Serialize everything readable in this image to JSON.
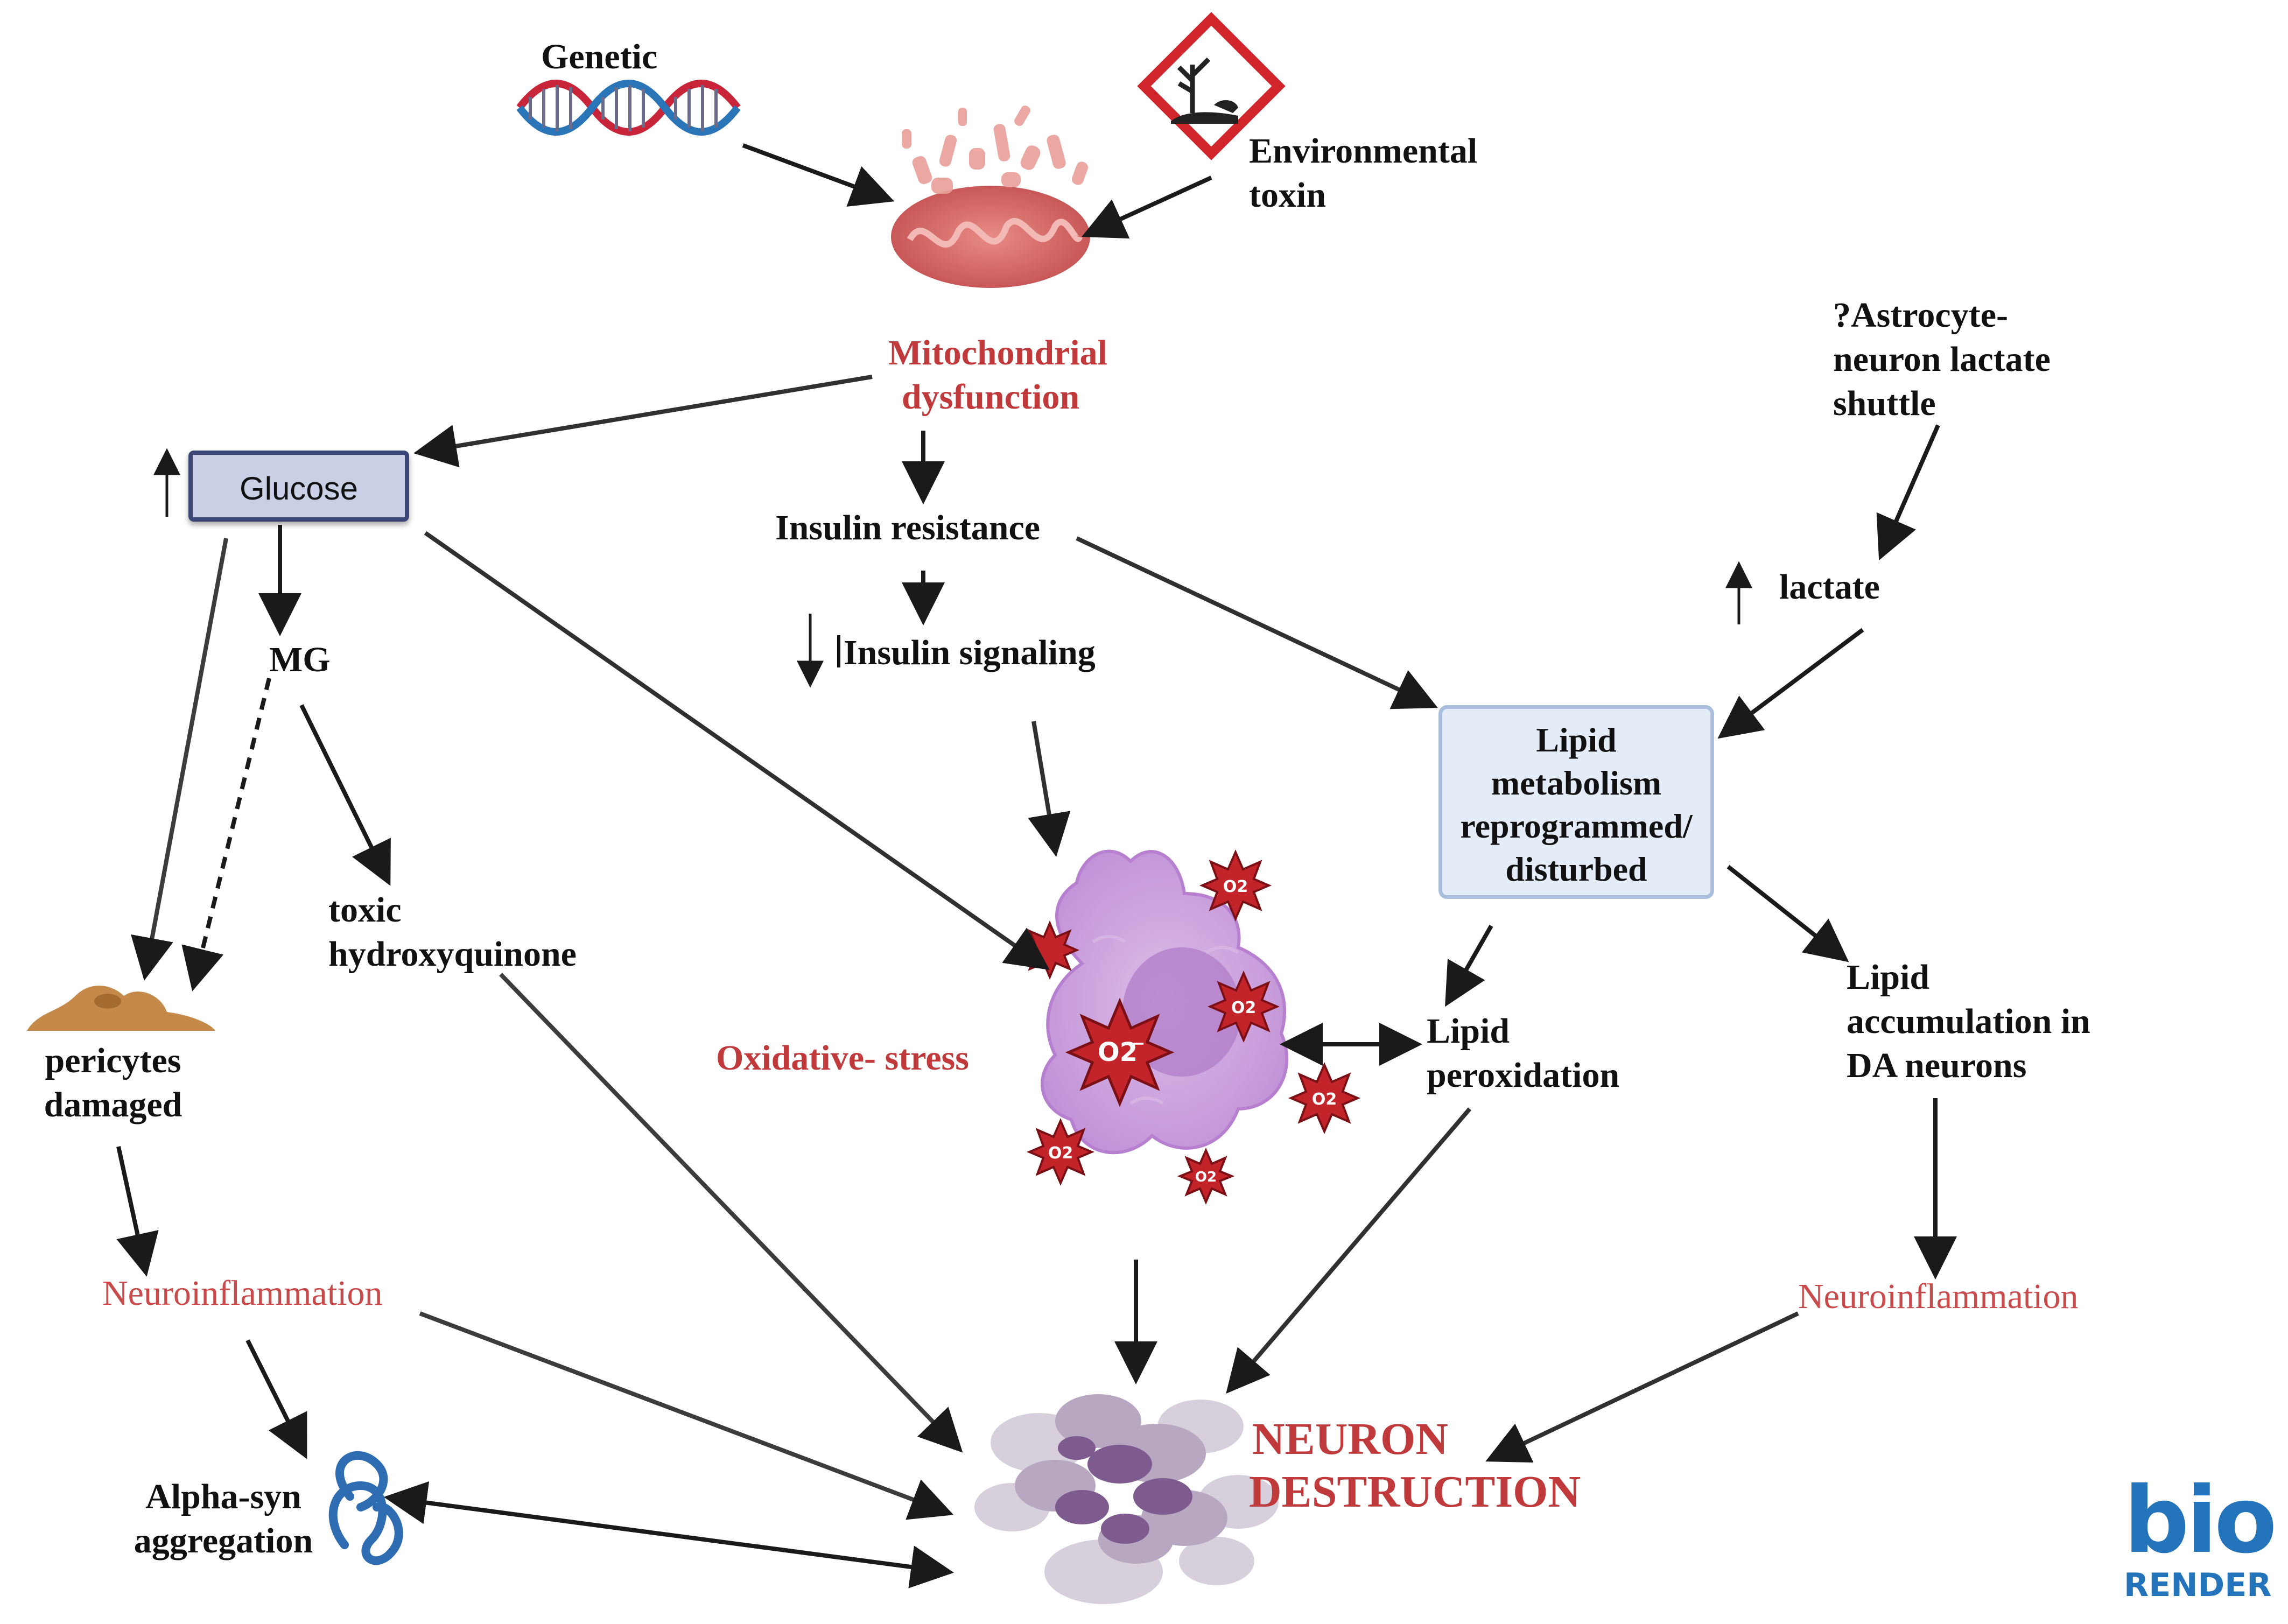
{
  "labels": {
    "genetic": "Genetic",
    "environmental_toxin": [
      "Environmental",
      "toxin"
    ],
    "mitochondrial_dysfunction": [
      "Mitochondrial",
      "dysfunction"
    ],
    "glucose": "Glucose",
    "insulin_resistance": "Insulin resistance",
    "insulin_signaling": "Insulin signaling",
    "astrocyte_shuttle": [
      "?Astrocyte-",
      "neuron lactate",
      "shuttle"
    ],
    "lactate": "lactate",
    "mg": "MG",
    "toxic_hydroxyquinone": [
      "toxic",
      "hydroxyquinone"
    ],
    "lipid_metabolism": [
      "Lipid",
      "metabolism",
      "reprogrammed/",
      "disturbed"
    ],
    "pericytes_damaged": [
      "pericytes",
      "damaged"
    ],
    "oxidative_stress": "Oxidative- stress",
    "lipid_peroxidation": [
      "Lipid",
      "peroxidation"
    ],
    "lipid_accumulation": [
      "Lipid",
      "accumulation in",
      "DA neurons"
    ],
    "neuroinflammation_left": "Neuroinflammation",
    "neuroinflammation_right": "Neuroinflammation",
    "neuron_destruction": [
      "NEURON",
      "DESTRUCTION"
    ],
    "alpha_syn": [
      "Alpha-syn",
      "aggregation"
    ],
    "superoxide": "O2",
    "superoxide_charge": "−"
  },
  "logo": {
    "brand_line1": "bio",
    "brand_line2": "RENDER"
  },
  "colors": {
    "arrow": "#1a1a1a",
    "red_label": "#c0393b",
    "glucose_fill": "#c9d0e6",
    "glucose_border": "#3c4676",
    "lipid_fill": "#e4ecf7",
    "lipid_border": "#a8bedc",
    "dna_red": "#c8253a",
    "dna_blue": "#2a74b8",
    "mito": "#d86a6a",
    "cell": "#cda4dd",
    "nucleus": "#b07cc8",
    "ros_star": "#c3242a",
    "debris": "#8a6f96",
    "pericyte": "#c58a4a",
    "alpha_syn": "#2f6db3",
    "logo": "#2474bc"
  }
}
